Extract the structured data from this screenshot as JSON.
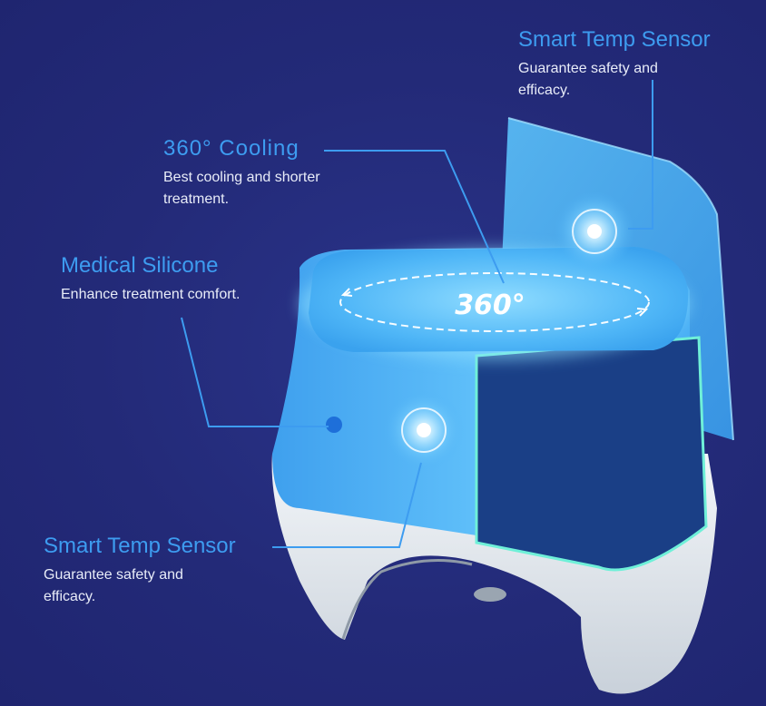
{
  "callouts": {
    "top_sensor": {
      "title": "Smart Temp Sensor",
      "description": "Guarantee safety and efficacy."
    },
    "cooling": {
      "title": "360° Cooling",
      "description": "Best cooling and shorter treatment."
    },
    "silicone": {
      "title": "Medical Silicone",
      "description": "Enhance treatment comfort."
    },
    "bottom_sensor": {
      "title": "Smart Temp Sensor",
      "description": "Guarantee safety and efficacy."
    }
  },
  "device": {
    "badge_text": "360°"
  },
  "colors": {
    "background": "#232a78",
    "accent": "#3d9cf0",
    "device_blue": "#4fb3f5",
    "window_dark": "#1a3f86",
    "glow": "#7fd2ff",
    "base_white": "#e9eef3"
  }
}
